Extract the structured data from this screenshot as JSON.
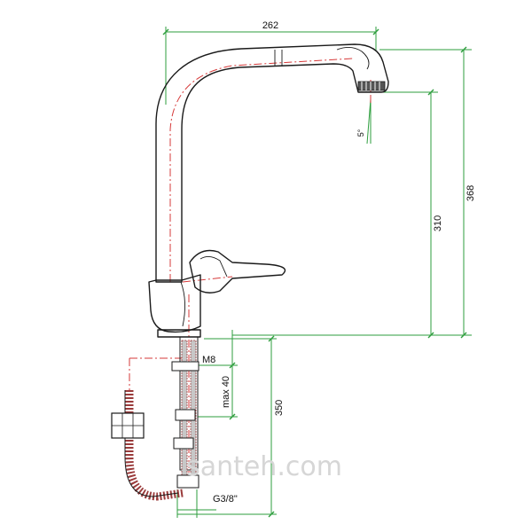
{
  "dimensions": {
    "spout_reach": "262",
    "total_height": "368",
    "outlet_height": "310",
    "spray_angle": "5°",
    "stud_thread": "M8",
    "max_thickness": "max 40",
    "hose_length": "350",
    "connection_thread": "G3/8\""
  },
  "watermark": "santeh.com",
  "colors": {
    "dimension_line": "#2e9e3e",
    "center_line": "#d63a3a",
    "outline": "#1a1a1a",
    "braid": "#9a3b3b"
  }
}
